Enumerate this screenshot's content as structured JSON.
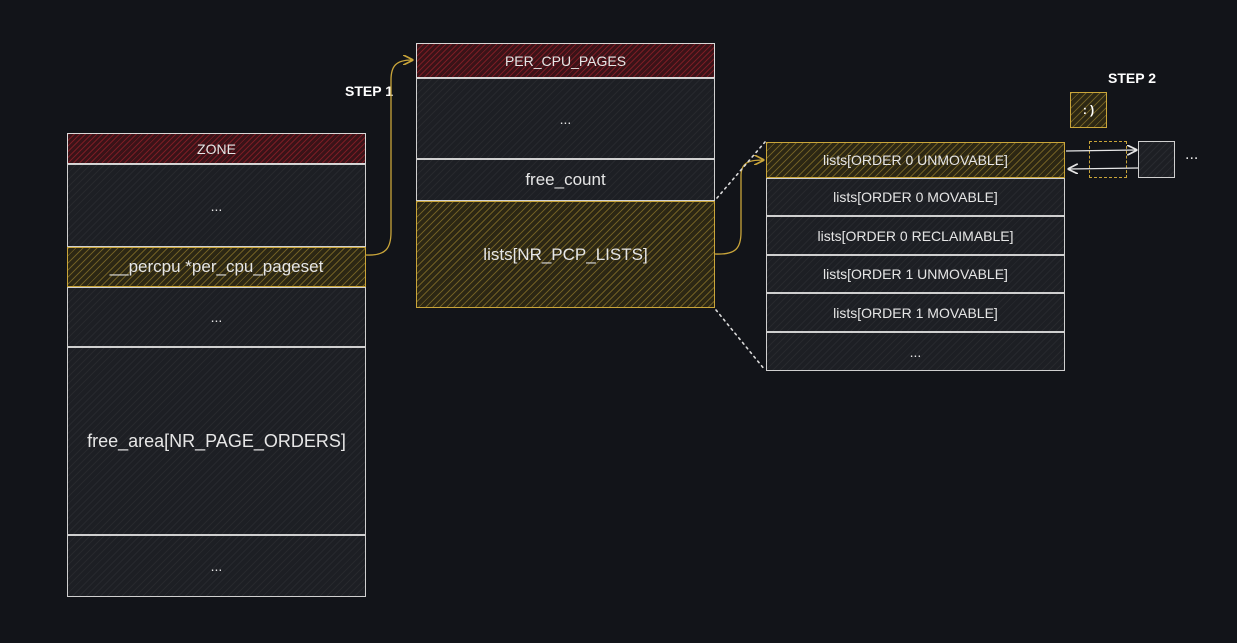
{
  "zone": {
    "title": "ZONE",
    "rows": [
      "...",
      "__percpu *per_cpu_pageset",
      "...",
      "free_area[NR_PAGE_ORDERS]",
      "..."
    ]
  },
  "per_cpu_pages": {
    "title": "PER_CPU_PAGES",
    "rows": [
      "...",
      "free_count",
      "lists[NR_PCP_LISTS]"
    ]
  },
  "lists": [
    "lists[ORDER 0 UNMOVABLE]",
    "lists[ORDER 0 MOVABLE]",
    "lists[ORDER 0 RECLAIMABLE]",
    "lists[ORDER 1 UNMOVABLE]",
    "lists[ORDER 1 MOVABLE]",
    "..."
  ],
  "steps": {
    "step1": "STEP 1",
    "step2": "STEP 2"
  },
  "step2_box": ": )",
  "trailing_ellipsis": "...",
  "colors": {
    "background": "#121419",
    "header": "#3a1318",
    "highlight": "#c9a53a",
    "stroke": "#cfcfcf"
  }
}
